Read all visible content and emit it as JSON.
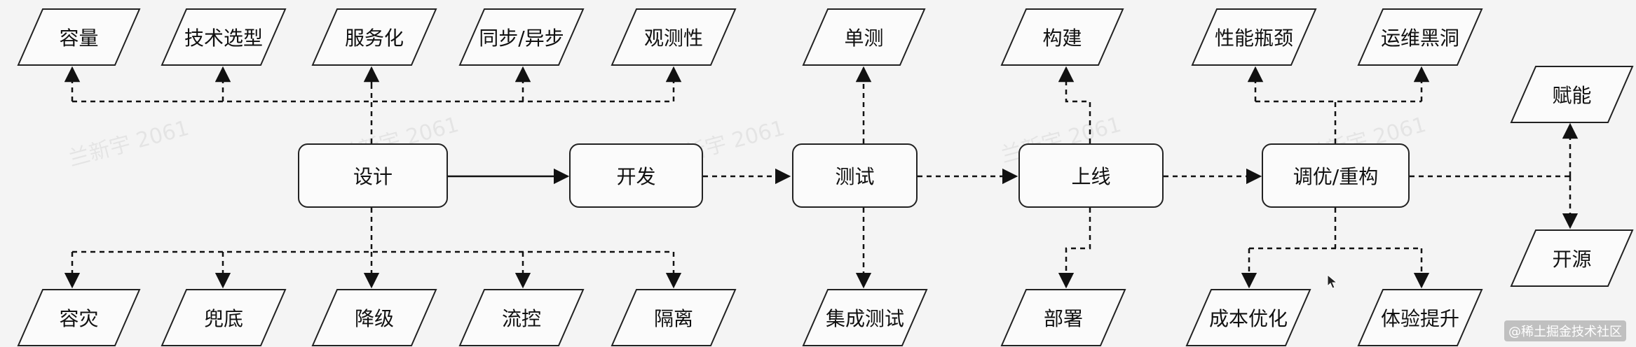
{
  "process": {
    "design": "设计",
    "develop": "开发",
    "test": "测试",
    "launch": "上线",
    "tune": "调优/重构"
  },
  "design_up": {
    "capacity": "容量",
    "tech_selection": "技术选型",
    "servicization": "服务化",
    "sync_async": "同步/异步",
    "observability": "观测性"
  },
  "design_down": {
    "disaster_tolerance": "容灾",
    "fallback": "兜底",
    "degradation": "降级",
    "rate_limiting": "流控",
    "isolation": "隔离"
  },
  "test_branches": {
    "unit_test": "单测",
    "integration_test": "集成测试"
  },
  "launch_branches": {
    "build": "构建",
    "deploy": "部署"
  },
  "tune_branches": {
    "perf_bottleneck": "性能瓶颈",
    "ops_blackhole": "运维黑洞",
    "cost_opt": "成本优化",
    "experience": "体验提升"
  },
  "outputs": {
    "empower": "赋能",
    "open_source": "开源"
  },
  "watermark": "兰新宇 2061",
  "brand_text": "@稀土掘金技术社区"
}
